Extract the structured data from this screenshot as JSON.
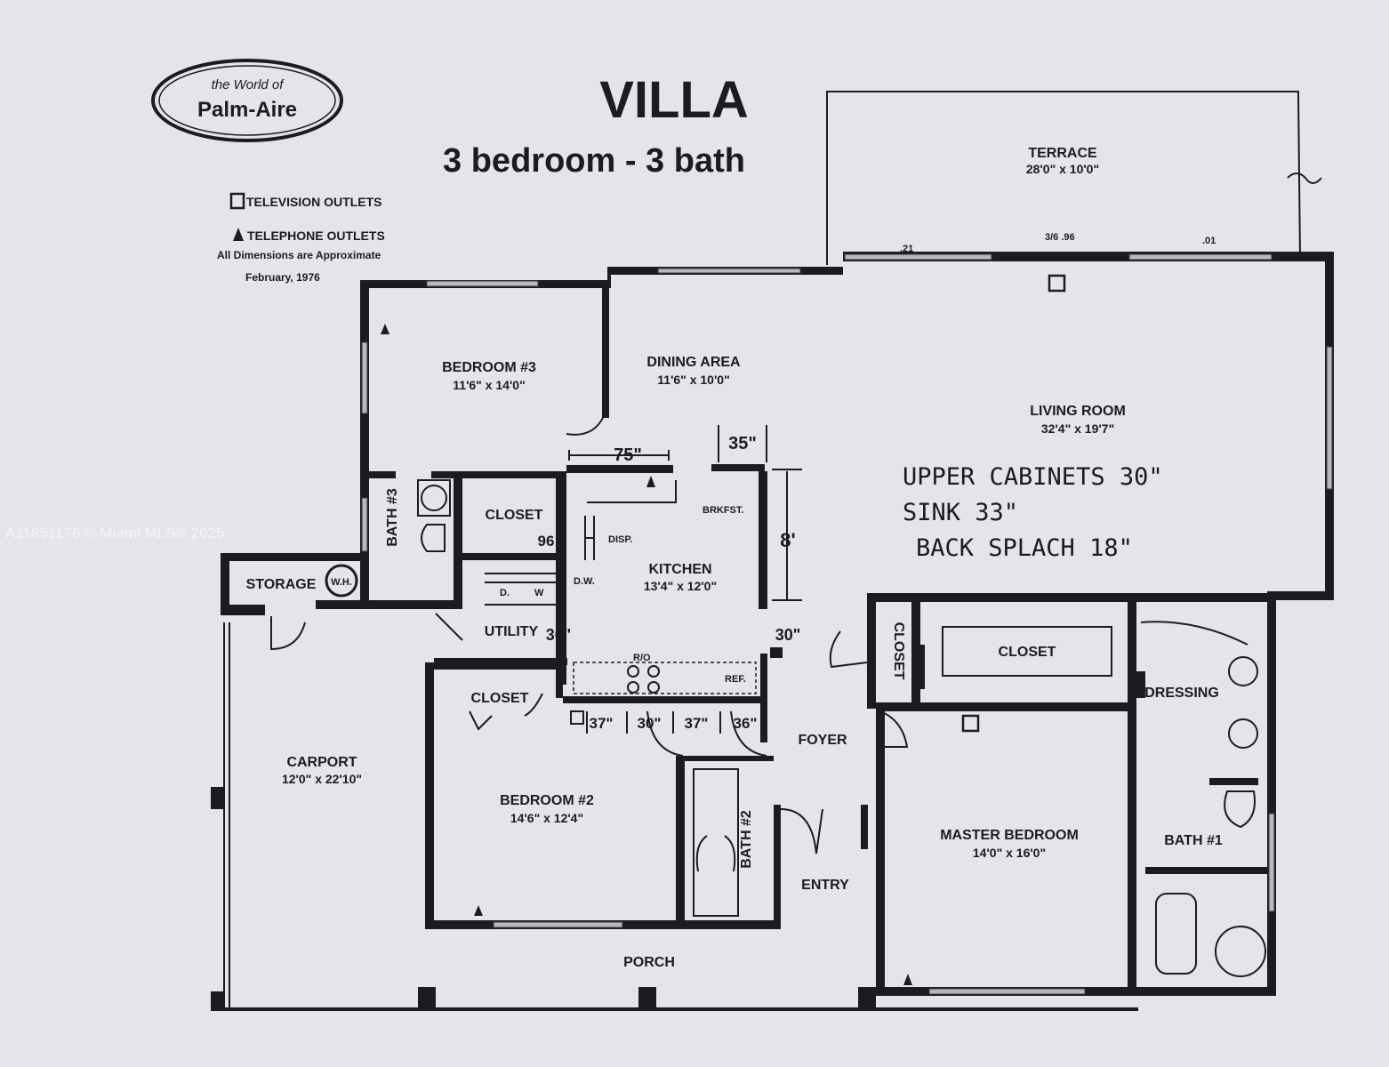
{
  "logo": {
    "script_text": "the World of",
    "brand": "Palm-Aire"
  },
  "title": "VILLA",
  "subtitle": "3 bedroom - 3 bath",
  "legend": {
    "tv": "TELEVISION OUTLETS",
    "phone": "TELEPHONE OUTLETS",
    "dims": "All Dimensions are Approximate",
    "date": "February, 1976"
  },
  "watermark": "A11851176 © Miami MLS® 2025",
  "rooms": {
    "terrace": {
      "name": "TERRACE",
      "size": "28'0\" x 10'0\""
    },
    "living": {
      "name": "LIVING ROOM",
      "size": "32'4\" x 19'7\""
    },
    "dining": {
      "name": "DINING AREA",
      "size": "11'6\" x 10'0\""
    },
    "bedroom3": {
      "name": "BEDROOM #3",
      "size": "11'6\" x 14'0\""
    },
    "kitchen": {
      "name": "KITCHEN",
      "size": "13'4\" x 12'0\""
    },
    "bedroom2": {
      "name": "BEDROOM #2",
      "size": "14'6\" x 12'4\""
    },
    "master": {
      "name": "MASTER BEDROOM",
      "size": "14'0\" x 16'0\""
    },
    "carport": {
      "name": "CARPORT",
      "size": "12'0\" x 22'10\""
    },
    "foyer": "FOYER",
    "entry": "ENTRY",
    "porch": "PORCH",
    "utility": "UTILITY",
    "storage": "STORAGE",
    "dressing": "DRESSING",
    "bath1": "BATH #1",
    "bath2": "BATH #2",
    "bath3": "BATH #3",
    "closet": "CLOSET"
  },
  "fixtures": {
    "wh": "W.H.",
    "brkfst": "BRKFST.",
    "disp": "DISP.",
    "dw": "D.W.",
    "ro": "R/O",
    "ref": "REF.",
    "dryer": "D.",
    "washer": "W"
  },
  "handwritten": {
    "line1": "UPPER CABINETS 30\"",
    "line2": "SINK 33\"",
    "line3": "BACK SPLACH 18\"",
    "m75": "75\"",
    "m35": "35\"",
    "m8": "8'",
    "m30a": "30\"",
    "m30b": "30\"",
    "m96": "96",
    "m37a": "37\"",
    "m30c": "30\"",
    "m37b": "37\"",
    "m36": "36\"",
    "t21": ".21",
    "t96": "3/6 .96",
    "t01": ".01"
  }
}
